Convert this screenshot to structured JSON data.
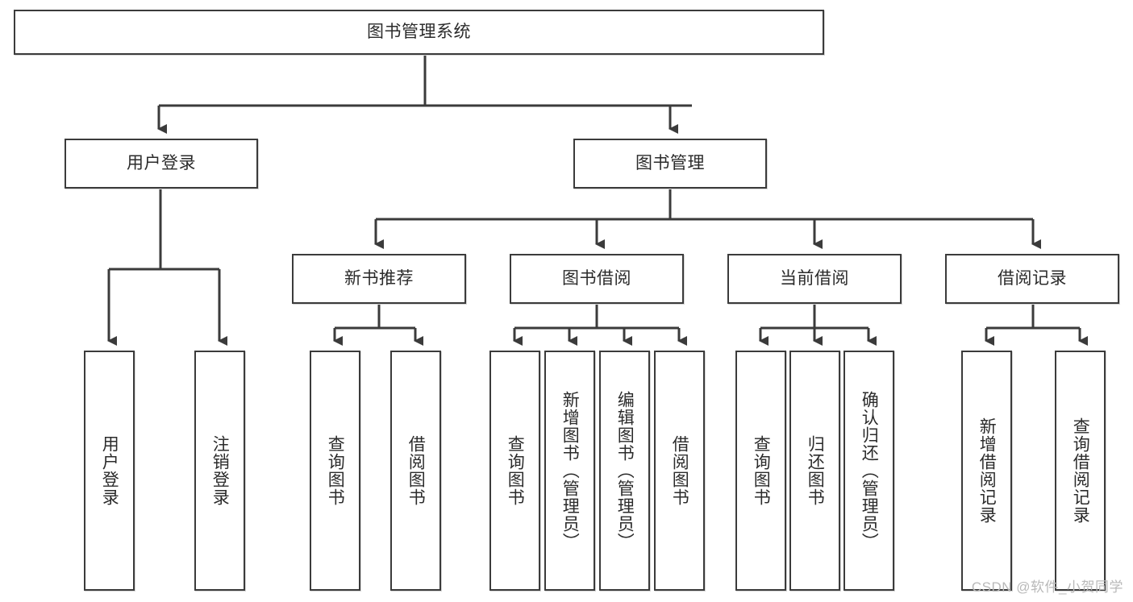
{
  "diagram": {
    "type": "tree-hierarchy-diagram",
    "title": "图书管理系统",
    "colors": {
      "background": "#ffffff",
      "box_border": "#3b3b3b",
      "box_fill": "#ffffff",
      "edge": "#3b3b3b",
      "text": "#2b2b2b",
      "watermark": "#b9b9b9"
    },
    "nodes": {
      "root": {
        "label": "图书管理系统",
        "orientation": "horizontal"
      },
      "level2": [
        {
          "id": "user-login",
          "label": "用户登录",
          "orientation": "horizontal"
        },
        {
          "id": "book-management",
          "label": "图书管理",
          "orientation": "horizontal"
        }
      ],
      "level3": [
        {
          "id": "new-book-recommend",
          "label": "新书推荐",
          "orientation": "horizontal"
        },
        {
          "id": "book-borrow",
          "label": "图书借阅",
          "orientation": "horizontal"
        },
        {
          "id": "current-borrow",
          "label": "当前借阅",
          "orientation": "horizontal"
        },
        {
          "id": "borrow-record",
          "label": "借阅记录",
          "orientation": "horizontal"
        }
      ],
      "leaves": [
        {
          "id": "leaf-user-login",
          "label": "用户登录",
          "parent": "user-login",
          "orientation": "vertical"
        },
        {
          "id": "leaf-user-logout",
          "label": "注销登录",
          "parent": "user-login",
          "orientation": "vertical"
        },
        {
          "id": "leaf-query-book-1",
          "label": "查询图书",
          "parent": "new-book-recommend",
          "orientation": "vertical"
        },
        {
          "id": "leaf-borrow-book-1",
          "label": "借阅图书",
          "parent": "new-book-recommend",
          "orientation": "vertical"
        },
        {
          "id": "leaf-query-book-2",
          "label": "查询图书",
          "parent": "book-borrow",
          "orientation": "vertical"
        },
        {
          "id": "leaf-add-book",
          "label": "新增图书（管理员）",
          "parent": "book-borrow",
          "orientation": "vertical"
        },
        {
          "id": "leaf-edit-book",
          "label": "编辑图书（管理员）",
          "parent": "book-borrow",
          "orientation": "vertical"
        },
        {
          "id": "leaf-borrow-book-2",
          "label": "借阅图书",
          "parent": "book-borrow",
          "orientation": "vertical"
        },
        {
          "id": "leaf-query-book-3",
          "label": "查询图书",
          "parent": "current-borrow",
          "orientation": "vertical"
        },
        {
          "id": "leaf-return-book",
          "label": "归还图书",
          "parent": "current-borrow",
          "orientation": "vertical"
        },
        {
          "id": "leaf-confirm-return",
          "label": "确认归还（管理员）",
          "parent": "current-borrow",
          "orientation": "vertical"
        },
        {
          "id": "leaf-add-record",
          "label": "新增借阅记录",
          "parent": "borrow-record",
          "orientation": "vertical"
        },
        {
          "id": "leaf-query-record",
          "label": "查询借阅记录",
          "parent": "borrow-record",
          "orientation": "vertical"
        }
      ]
    },
    "watermark": "CSDN @软件_小贺同学"
  }
}
